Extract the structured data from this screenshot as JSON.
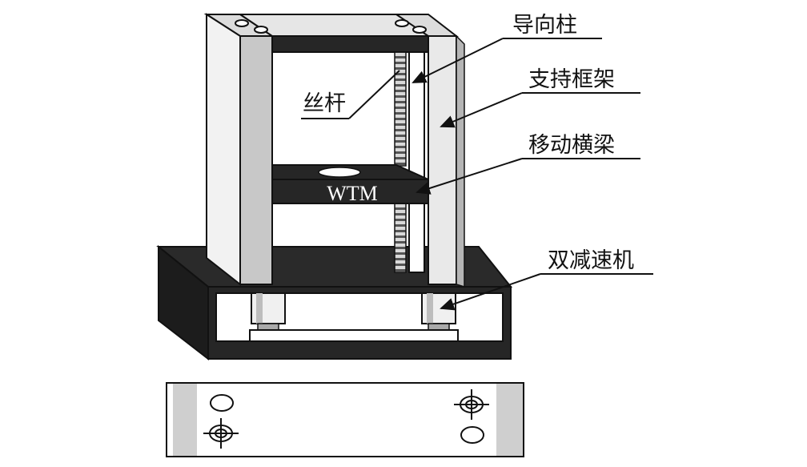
{
  "labels": {
    "guide_column": "导向柱",
    "support_frame": "支持框架",
    "lead_screw": "丝杆",
    "moving_beam": "移动横梁",
    "dual_reducer": "双减速机"
  },
  "beam_text": "WTM",
  "colors": {
    "frame_fill": "#e9e9e9",
    "frame_shade": "#bdbdbd",
    "dark": "#232323",
    "line": "#111111"
  }
}
